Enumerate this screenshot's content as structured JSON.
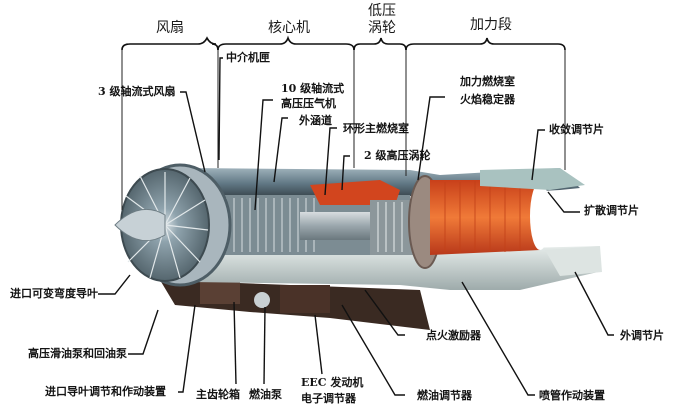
{
  "sections": [
    {
      "id": "fan",
      "label": "风扇"
    },
    {
      "id": "core",
      "label": "核心机"
    },
    {
      "id": "lpt",
      "label_line1": "低压",
      "label_line2": "涡轮"
    },
    {
      "id": "afterburner",
      "label": "加力段"
    }
  ],
  "callouts": {
    "intermediate_case": "中介机匣",
    "fan_3stage": "3 级轴流式风扇",
    "hpc_line1": "10 级轴流式",
    "hpc_line2": "高压压气机",
    "bypass_duct": "外涵道",
    "annular_combustor": "环形主燃烧室",
    "hpt_2stage": "2 级高压涡轮",
    "ab_line1": "加力燃烧室",
    "ab_line2": "火焰稳定器",
    "convergent_flaps": "收敛调节片",
    "divergent_flaps": "扩散调节片",
    "inlet_vanes": "进口可变弯度导叶",
    "oil_pumps": "高压滑油泵和回油泵",
    "igv_actuator": "进口导叶调节和作动装置",
    "main_gearbox": "主齿轮箱",
    "fuel_pump": "燃油泵",
    "eec_line1": "EEC 发动机",
    "eec_line2": "电子调节器",
    "fuel_control": "燃油调节器",
    "igniter": "点火激励器",
    "nozzle_actuator": "喷管作动装置",
    "outer_flaps": "外调节片"
  },
  "colors": {
    "combustor_red": "#d2451e",
    "afterburner_orange": "#e0602a",
    "casing_steel": "#6f8a99",
    "fan_blue_grey": "#8fa3ad",
    "nozzle_grey": "#b9c6c4",
    "accessories_dark": "#3a2a22"
  }
}
